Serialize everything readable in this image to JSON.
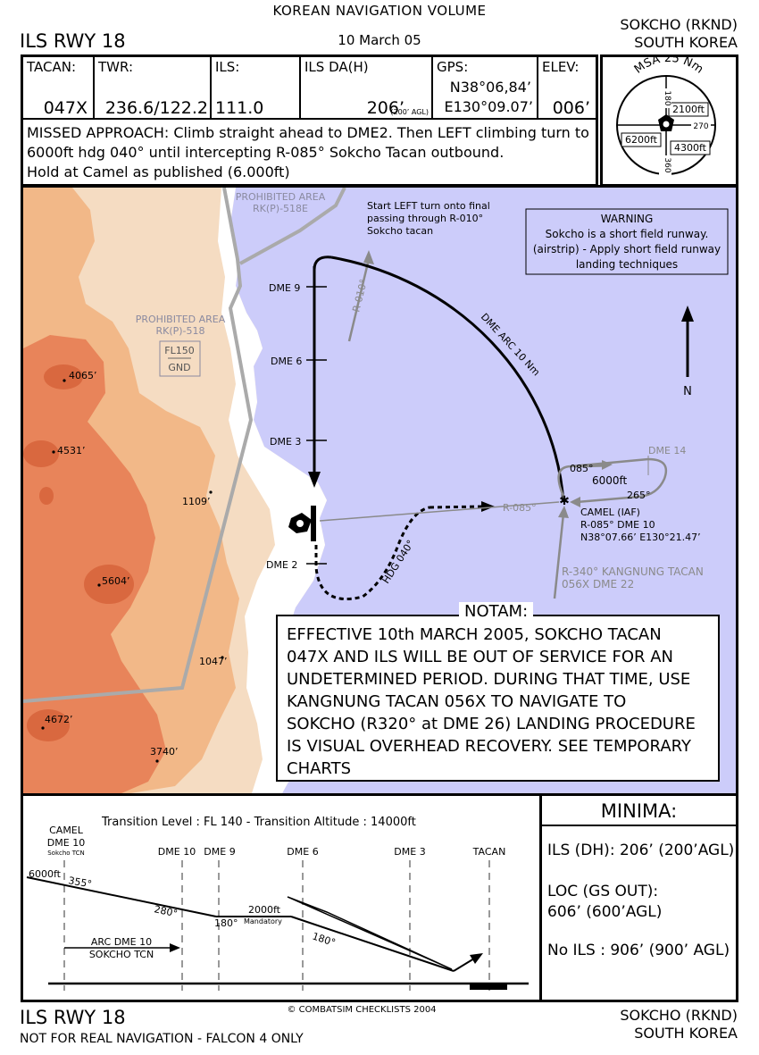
{
  "header": {
    "volume": "KOREAN NAVIGATION VOLUME",
    "title": "ILS RWY 18",
    "date": "10 March 05",
    "location_line1": "SOKCHO (RKND)",
    "location_line2": "SOUTH KOREA"
  },
  "info": {
    "tacan_label": "TACAN:",
    "tacan_value": "047X",
    "twr_label": "TWR:",
    "twr_value": "236.6/122.2",
    "ils_label": "ILS:",
    "ils_value": "111.0",
    "da_label": "ILS DA(H)",
    "da_value": "206’",
    "da_note": "(200’ AGL)",
    "gps_label": "GPS:",
    "gps_lat": "N38°06,84’",
    "gps_lon": "E130°09.07’",
    "elev_label": "ELEV:",
    "elev_value": "006’"
  },
  "missed_approach": {
    "line1": "MISSED APPROACH: Climb straight ahead to DME2. Then LEFT climbing turn to",
    "line2": "6000ft hdg 040° until intercepting R-085° Sokcho Tacan outbound.",
    "line3": "Hold at Camel as published (6.000ft)"
  },
  "msa": {
    "title": "MSA 25 Nm",
    "alt_n": "2100ft",
    "alt_w": "6200ft",
    "alt_s": "4300ft",
    "brg_180": "180",
    "brg_270": "270",
    "brg_360": "360"
  },
  "map": {
    "prohibited_top_1": "PROHIBITED AREA",
    "prohibited_top_2": "RK(P)-518E",
    "prohibited_1": "PROHIBITED AREA",
    "prohibited_2": "RK(P)-518",
    "fl_upper": "FL150",
    "fl_lower": "GND",
    "start_turn_1": "Start LEFT turn onto final",
    "start_turn_2": "passing through R-010°",
    "start_turn_3": "Sokcho tacan",
    "r010": "R-010°",
    "dme_arc": "DME ARC 10 Nm",
    "warning_title": "WARNING",
    "warning_1": "Sokcho is a short field runway.",
    "warning_2": "(airstrip) - Apply short field runway",
    "warning_3": "landing techniques",
    "north": "N",
    "dme9": "DME 9",
    "dme6": "DME 6",
    "dme3": "DME 3",
    "dme2": "DME 2",
    "dme14": "DME 14",
    "hold_085": "085°",
    "hold_alt": "6000ft",
    "hold_265": "265°",
    "r085": "R-085°",
    "hdg040": "HDG 040°",
    "camel_1": "CAMEL (IAF)",
    "camel_2": "R-085° DME 10",
    "camel_3": "N38°07.66’ E130°21.47’",
    "kang_1": "R-340° KANGNUNG TACAN",
    "kang_2": "056X DME 22",
    "elev_4065": "4065’",
    "elev_4531": "4531’",
    "elev_1109": "1109’",
    "elev_5604": "5604’",
    "elev_1047": "1047’",
    "elev_4672": "4672’",
    "elev_3740": "3740’"
  },
  "notam": {
    "title": "NOTAM:",
    "lines": [
      "EFFECTIVE 10th MARCH 2005, SOKCHO TACAN",
      "047X AND ILS WILL BE OUT OF SERVICE FOR AN",
      "UNDETERMINED PERIOD. DURING THAT TIME, USE",
      "KANGNUNG TACAN 056X TO NAVIGATE TO",
      "SOKCHO (R320° at DME 26) LANDING PROCEDURE",
      "IS VISUAL OVERHEAD RECOVERY. SEE TEMPORARY",
      "CHARTS"
    ]
  },
  "profile": {
    "transition": "Transition Level : FL 140  -  Transition Altitude : 14000ft",
    "camel_1": "CAMEL",
    "camel_2": "DME 10",
    "camel_3": "Sokcho TCN",
    "dme10": "DME 10",
    "dme9": "DME 9",
    "dme6": "DME 6",
    "dme3": "DME 3",
    "tacan": "TACAN",
    "alt_6000": "6000ft",
    "brg_355": "355°",
    "brg_280": "280°",
    "brg_180a": "180°",
    "alt_2000": "2000ft",
    "mandatory": "Mandatory",
    "brg_180b": "180°",
    "arc_1": "ARC DME 10",
    "arc_2": "SOKCHO TCN"
  },
  "minima": {
    "title": "MINIMA:",
    "ils": "ILS (DH): 206’ (200’AGL)",
    "loc_1": "LOC (GS OUT):",
    "loc_2": "606’ (600’AGL)",
    "noils": "No ILS : 906’ (900’ AGL)"
  },
  "footer": {
    "title": "ILS RWY 18",
    "disclaimer": "NOT FOR REAL NAVIGATION - FALCON 4 ONLY",
    "copyright": "© COMBATSIM CHECKLISTS 2004",
    "location_line1": "SOKCHO (RKND)",
    "location_line2": "SOUTH KOREA"
  },
  "colors": {
    "sea": "#ccccfa",
    "land_light": "#f5dcc2",
    "terrain_mid": "#f2b888",
    "terrain_high": "#e8845a",
    "terrain_peak": "#d9683f",
    "boundary": "#aaaaaa"
  }
}
